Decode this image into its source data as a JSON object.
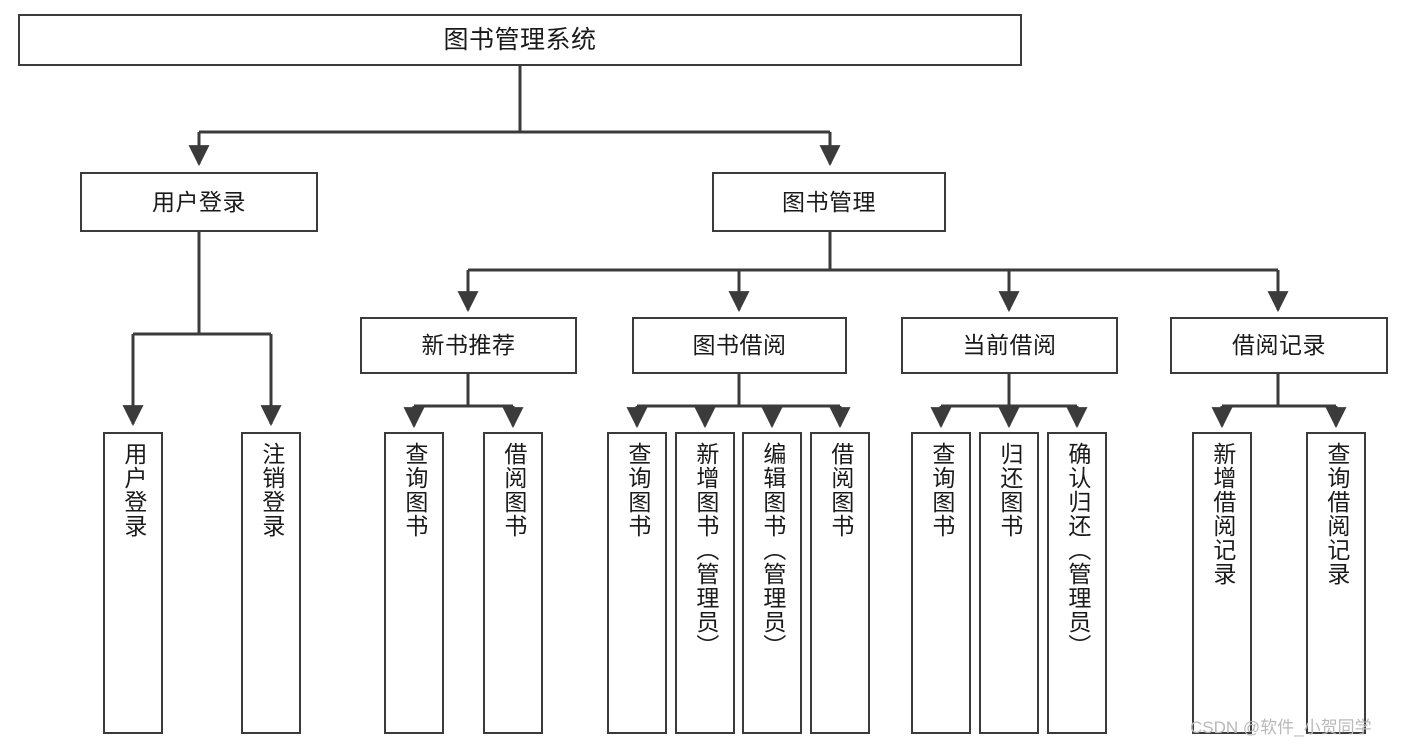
{
  "diagram": {
    "title": "图书管理系统",
    "type": "tree-structure-chart",
    "stroke_color": "#3b3b3b",
    "text_color": "#1a1a1a",
    "background_color": "#ffffff"
  },
  "nodes": {
    "root": {
      "label": "图书管理系统"
    },
    "level1": [
      {
        "id": "user-login",
        "label": "用户登录"
      },
      {
        "id": "book-manage",
        "label": "图书管理"
      }
    ],
    "level2": [
      {
        "id": "new-book-recommend",
        "label": "新书推荐"
      },
      {
        "id": "book-borrow",
        "label": "图书借阅"
      },
      {
        "id": "current-borrow",
        "label": "当前借阅"
      },
      {
        "id": "borrow-record",
        "label": "借阅记录"
      }
    ],
    "leaves": {
      "user-login": [
        {
          "id": "leaf-user-login",
          "label": "用户登录"
        },
        {
          "id": "leaf-user-logout",
          "label": "注销登录"
        }
      ],
      "new-book-recommend": [
        {
          "id": "leaf-query-book-1",
          "label": "查询图书"
        },
        {
          "id": "leaf-borrow-book-1",
          "label": "借阅图书"
        }
      ],
      "book-borrow": [
        {
          "id": "leaf-query-book-2",
          "label": "查询图书"
        },
        {
          "id": "leaf-add-book",
          "label": "新增图书（管理员）"
        },
        {
          "id": "leaf-edit-book",
          "label": "编辑图书（管理员）"
        },
        {
          "id": "leaf-borrow-book-2",
          "label": "借阅图书"
        }
      ],
      "current-borrow": [
        {
          "id": "leaf-query-book-3",
          "label": "查询图书"
        },
        {
          "id": "leaf-return-book",
          "label": "归还图书"
        },
        {
          "id": "leaf-confirm-return",
          "label": "确认归还（管理员）"
        }
      ],
      "borrow-record": [
        {
          "id": "leaf-add-record",
          "label": "新增借阅记录"
        },
        {
          "id": "leaf-query-record",
          "label": "查询借阅记录"
        }
      ]
    }
  },
  "watermark": {
    "text": "CSDN @软件_小贺同学"
  }
}
